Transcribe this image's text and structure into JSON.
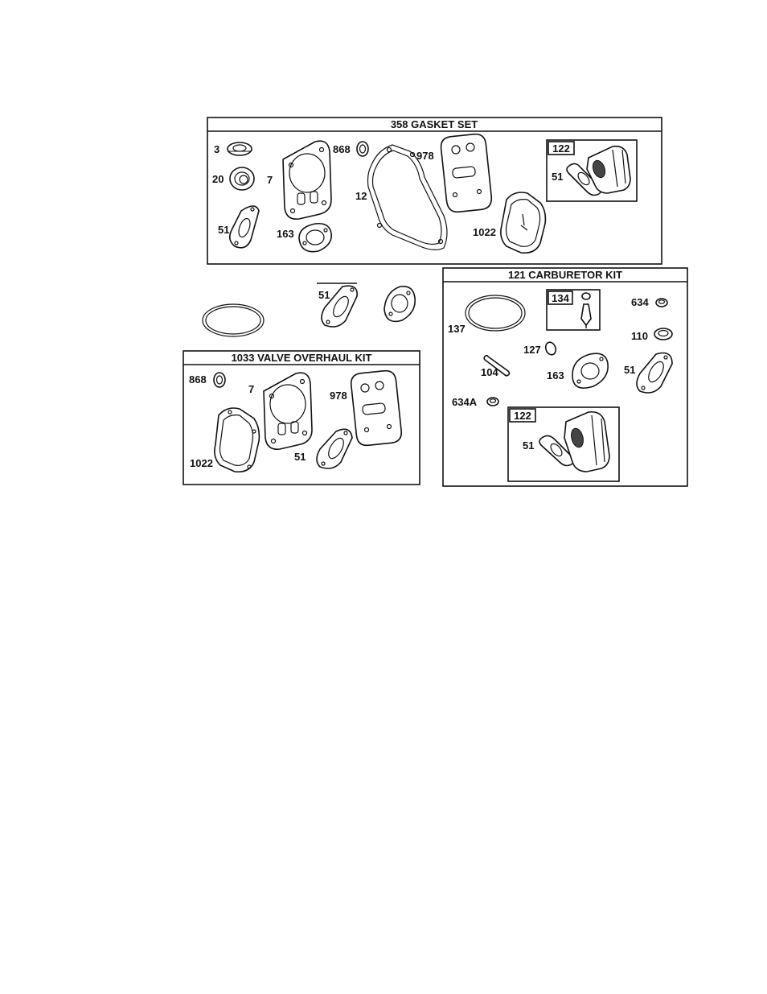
{
  "gasket_set": {
    "title": "358 GASKET SET",
    "labels": {
      "p3": "3",
      "p20": "20",
      "p7": "7",
      "p868": "868",
      "p12": "12",
      "p978": "978",
      "p51": "51",
      "p163": "163",
      "p1022": "1022",
      "sub122": "122",
      "sub51": "51"
    }
  },
  "loose_parts": {
    "p51": "51"
  },
  "valve_kit": {
    "title": "1033 VALVE OVERHAUL KIT",
    "labels": {
      "p868": "868",
      "p7": "7",
      "p978": "978",
      "p1022": "1022",
      "p51": "51"
    }
  },
  "carb_kit": {
    "title": "121 CARBURETOR KIT",
    "labels": {
      "p137": "137",
      "sub134": "134",
      "p634": "634",
      "p110": "110",
      "p127": "127",
      "p104": "104",
      "p163": "163",
      "p51": "51",
      "p634a": "634A",
      "sub122": "122",
      "sub51": "51"
    }
  }
}
